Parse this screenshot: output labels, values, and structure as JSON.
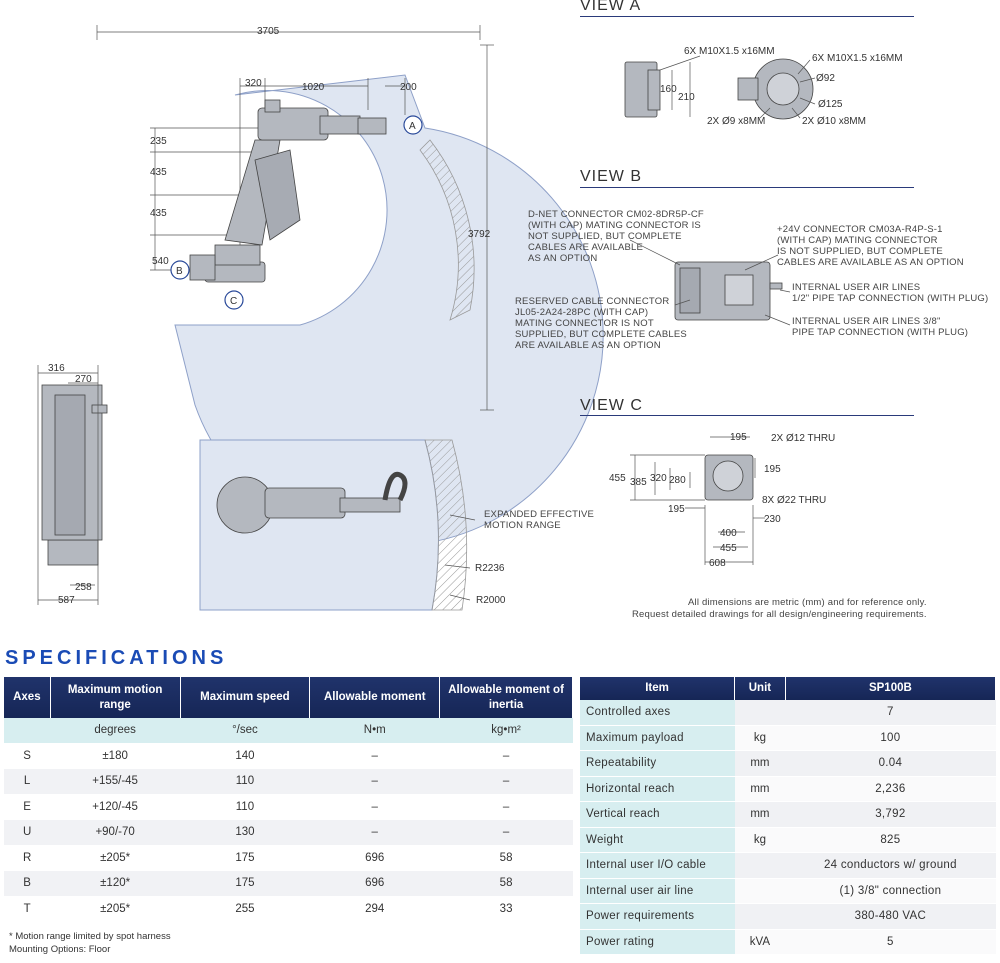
{
  "drawing": {
    "main_dims": {
      "width_total": "3705",
      "d320": "320",
      "d1020": "1020",
      "d200": "200",
      "height_total": "3792",
      "d235": "235",
      "d435a": "435",
      "d435b": "435",
      "d540": "540"
    },
    "markers": {
      "a": "A",
      "b": "B",
      "c": "C"
    },
    "side_dims": {
      "d316": "316",
      "d270": "270",
      "d258": "258",
      "d587": "587"
    },
    "top_view": {
      "note": "EXPANDED EFFECTIVE\nMOTION RANGE",
      "r2236": "R2236",
      "r2000": "R2000"
    }
  },
  "view_a": {
    "title": "VIEW A",
    "labels": {
      "m10_left": "6X M10X1.5 x16MM",
      "m10_right": "6X M10X1.5 x16MM",
      "d160": "160",
      "d210": "210",
      "d92": "Ø92",
      "d125": "Ø125",
      "d9": "2X Ø9 x8MM",
      "d10": "2X Ø10 x8MM"
    }
  },
  "view_b": {
    "title": "VIEW B",
    "notes": {
      "dnet": "D-NET CONNECTOR CM02-8DR5P-CF\n(WITH CAP) MATING CONNECTOR IS\nNOT SUPPLIED, BUT COMPLETE\nCABLES ARE AVAILABLE\nAS AN OPTION",
      "p24": "+24V CONNECTOR CM03A-R4P-S-1\n(WITH CAP) MATING CONNECTOR\nIS NOT SUPPLIED, BUT COMPLETE\nCABLES ARE AVAILABLE AS AN OPTION",
      "reserved": "RESERVED CABLE CONNECTOR\nJL05-2A24-28PC (WITH CAP)\nMATING CONNECTOR IS NOT\nSUPPLIED, BUT COMPLETE CABLES\nARE AVAILABLE AS AN OPTION",
      "air12": "INTERNAL USER AIR LINES\n1/2\" PIPE TAP CONNECTION (WITH PLUG)",
      "air38": "INTERNAL USER AIR LINES 3/8\"\nPIPE TAP CONNECTION (WITH PLUG)"
    }
  },
  "view_c": {
    "title": "VIEW C",
    "labels": {
      "d195top": "195",
      "d12": "2X Ø12 THRU",
      "d195r": "195",
      "d455": "455",
      "d385": "385",
      "d320": "320",
      "d280": "280",
      "d22": "8X Ø22 THRU",
      "d195b": "195",
      "d230": "230",
      "d400": "400",
      "d455b": "455",
      "d608": "608"
    }
  },
  "disclaimer": {
    "line1": "All dimensions are metric (mm) and for reference only.",
    "line2": "Request detailed drawings for all design/engineering requirements."
  },
  "specifications_title": "SPECIFICATIONS",
  "axes_table": {
    "headers": [
      "Axes",
      "Maximum motion range",
      "Maximum speed",
      "Allowable moment",
      "Allowable moment of inertia"
    ],
    "units": [
      "",
      "degrees",
      "°/sec",
      "N•m",
      "kg•m²"
    ],
    "rows": [
      [
        "S",
        "±180",
        "140",
        "–",
        "–"
      ],
      [
        "L",
        "+155/-45",
        "110",
        "–",
        "–"
      ],
      [
        "E",
        "+120/-45",
        "110",
        "–",
        "–"
      ],
      [
        "U",
        "+90/-70",
        "130",
        "–",
        "–"
      ],
      [
        "R",
        "±205*",
        "175",
        "696",
        "58"
      ],
      [
        "B",
        "±120*",
        "175",
        "696",
        "58"
      ],
      [
        "T",
        "±205*",
        "255",
        "294",
        "33"
      ]
    ]
  },
  "footnotes": {
    "line1": "* Motion range limited by spot harness",
    "line2": "Mounting Options: Floor"
  },
  "spec_table": {
    "headers": [
      "Item",
      "Unit",
      "SP100B"
    ],
    "rows": [
      [
        "Controlled axes",
        "",
        "7"
      ],
      [
        "Maximum payload",
        "kg",
        "100"
      ],
      [
        "Repeatability",
        "mm",
        "0.04"
      ],
      [
        "Horizontal reach",
        "mm",
        "2,236"
      ],
      [
        "Vertical reach",
        "mm",
        "3,792"
      ],
      [
        "Weight",
        "kg",
        "825"
      ],
      [
        "Internal user I/O cable",
        "",
        "24 conductors w/ ground"
      ],
      [
        "Internal user air line",
        "",
        "(1) 3/8\" connection"
      ],
      [
        "Power requirements",
        "",
        "380-480 VAC"
      ],
      [
        "Power rating",
        "kVA",
        "5"
      ]
    ]
  },
  "colors": {
    "accent": "#1a4bb5",
    "header_bg": "#1c2e64",
    "label_bg": "#d7eef0",
    "envelope": "#dde5f2",
    "line": "#2a3a7a"
  }
}
